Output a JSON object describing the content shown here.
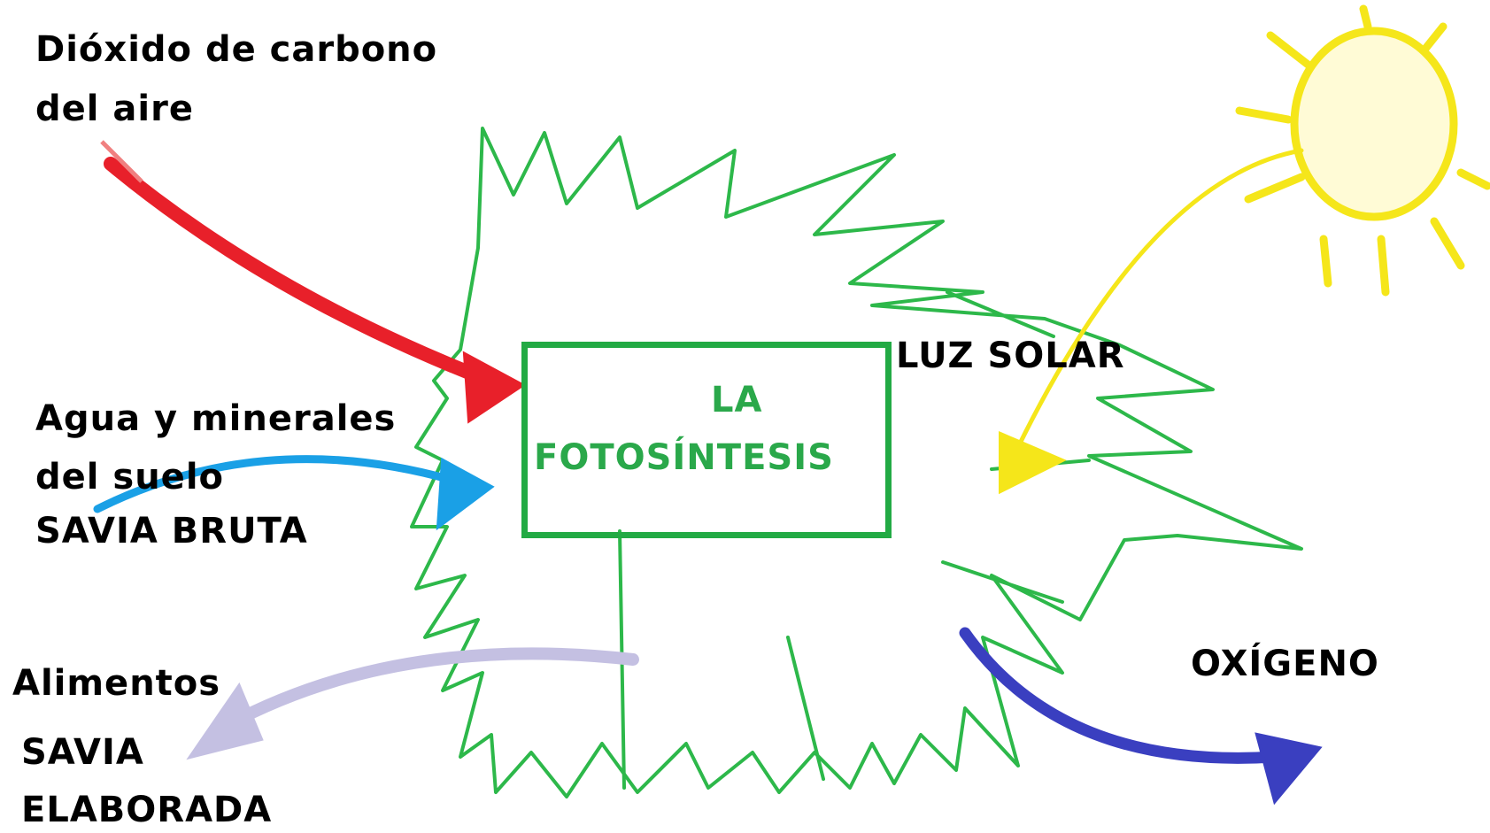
{
  "labels": {
    "co2_line1": "Dióxido de carbono",
    "co2_line2": "del aire",
    "water_line1": "Agua y minerales",
    "water_line2": "del suelo",
    "raw_sap": "SAVIA BRUTA",
    "food": "Alimentos",
    "elab_sap_line1": "SAVIA",
    "elab_sap_line2": "ELABORADA",
    "sunlight": "LUZ SOLAR",
    "oxygen": "OXÍGENO"
  },
  "center": {
    "title_line1": "LA",
    "title_line2": "FOTOSÍNTESIS"
  },
  "colors": {
    "leaf": "#2db84a",
    "center_box": "#22aa44",
    "co2_arrow": "#e8202a",
    "water_arrow": "#1aa0e6",
    "food_arrow": "#c4c0e2",
    "sun": "#f5e61a",
    "sun_arrow": "#f5e61a",
    "oxygen_arrow": "#3a3fc0"
  },
  "icons": {
    "sun": "sun-icon",
    "leaf": "leaf-drawing"
  }
}
